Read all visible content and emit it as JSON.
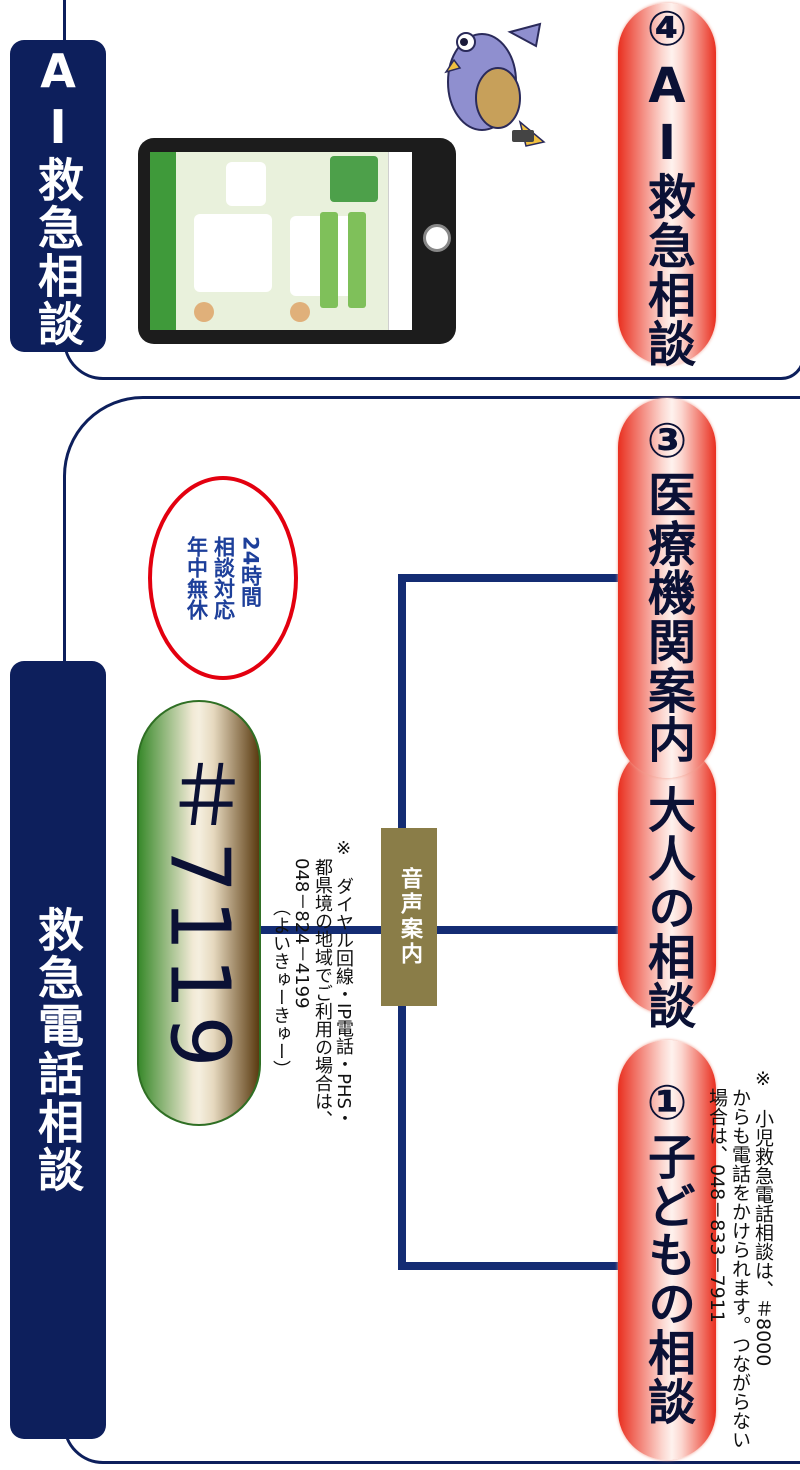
{
  "ai_section": {
    "tab_label": "AI救急相談",
    "pill_label": "④AI救急相談"
  },
  "phone_section": {
    "tab_label": "救急電話相談",
    "number": "＃7119",
    "voice_guide": "音声案内",
    "badge_lines": [
      "24時間",
      "相談対応",
      "年中無休"
    ],
    "options": [
      {
        "label": "①子どもの相談"
      },
      {
        "label": "②大人の相談"
      },
      {
        "label": "③医療機関案内"
      }
    ],
    "dial_note": [
      "※　ダイヤル回線・IP電話・PHS・",
      "都県境の地域でご利用の場合は、",
      "048－824－4199",
      "（よいきゅーきゅー）"
    ],
    "child_note": [
      "※　小児救急電話相談は、＃8000",
      "からも電話をかけられます。つながらない",
      "場合は、048－833－7911"
    ]
  },
  "colors": {
    "navy": "#0d1f5c",
    "line": "#142c73",
    "pill_red": "#e92f1f",
    "pill_green": "#3a8a2c",
    "voice_box": "#8a7d48",
    "badge_border": "#e3000f"
  },
  "icons": {
    "phone": "smartphone-icon",
    "mascot": "bird-mascot-icon"
  }
}
